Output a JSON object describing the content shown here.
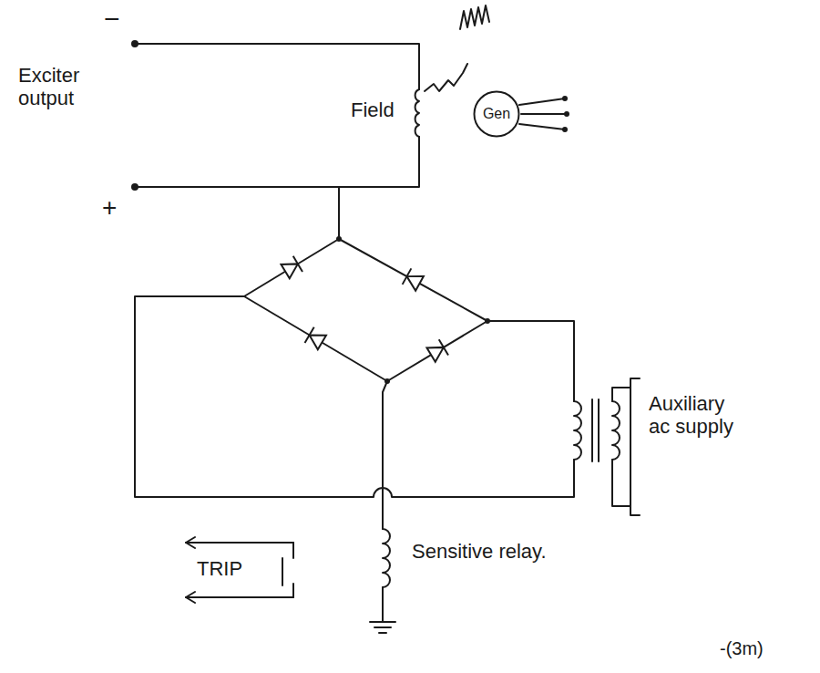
{
  "diagram": {
    "nodes": [
      {
        "text": [
          "Gen"
        ]
      }
    ],
    "edges": [],
    "labels": [
      "−",
      "Exciter output",
      "+",
      "Field",
      "Auxiliary ac supply",
      "TRIP",
      "Sensitive relay.",
      "-(3m)"
    ]
  }
}
